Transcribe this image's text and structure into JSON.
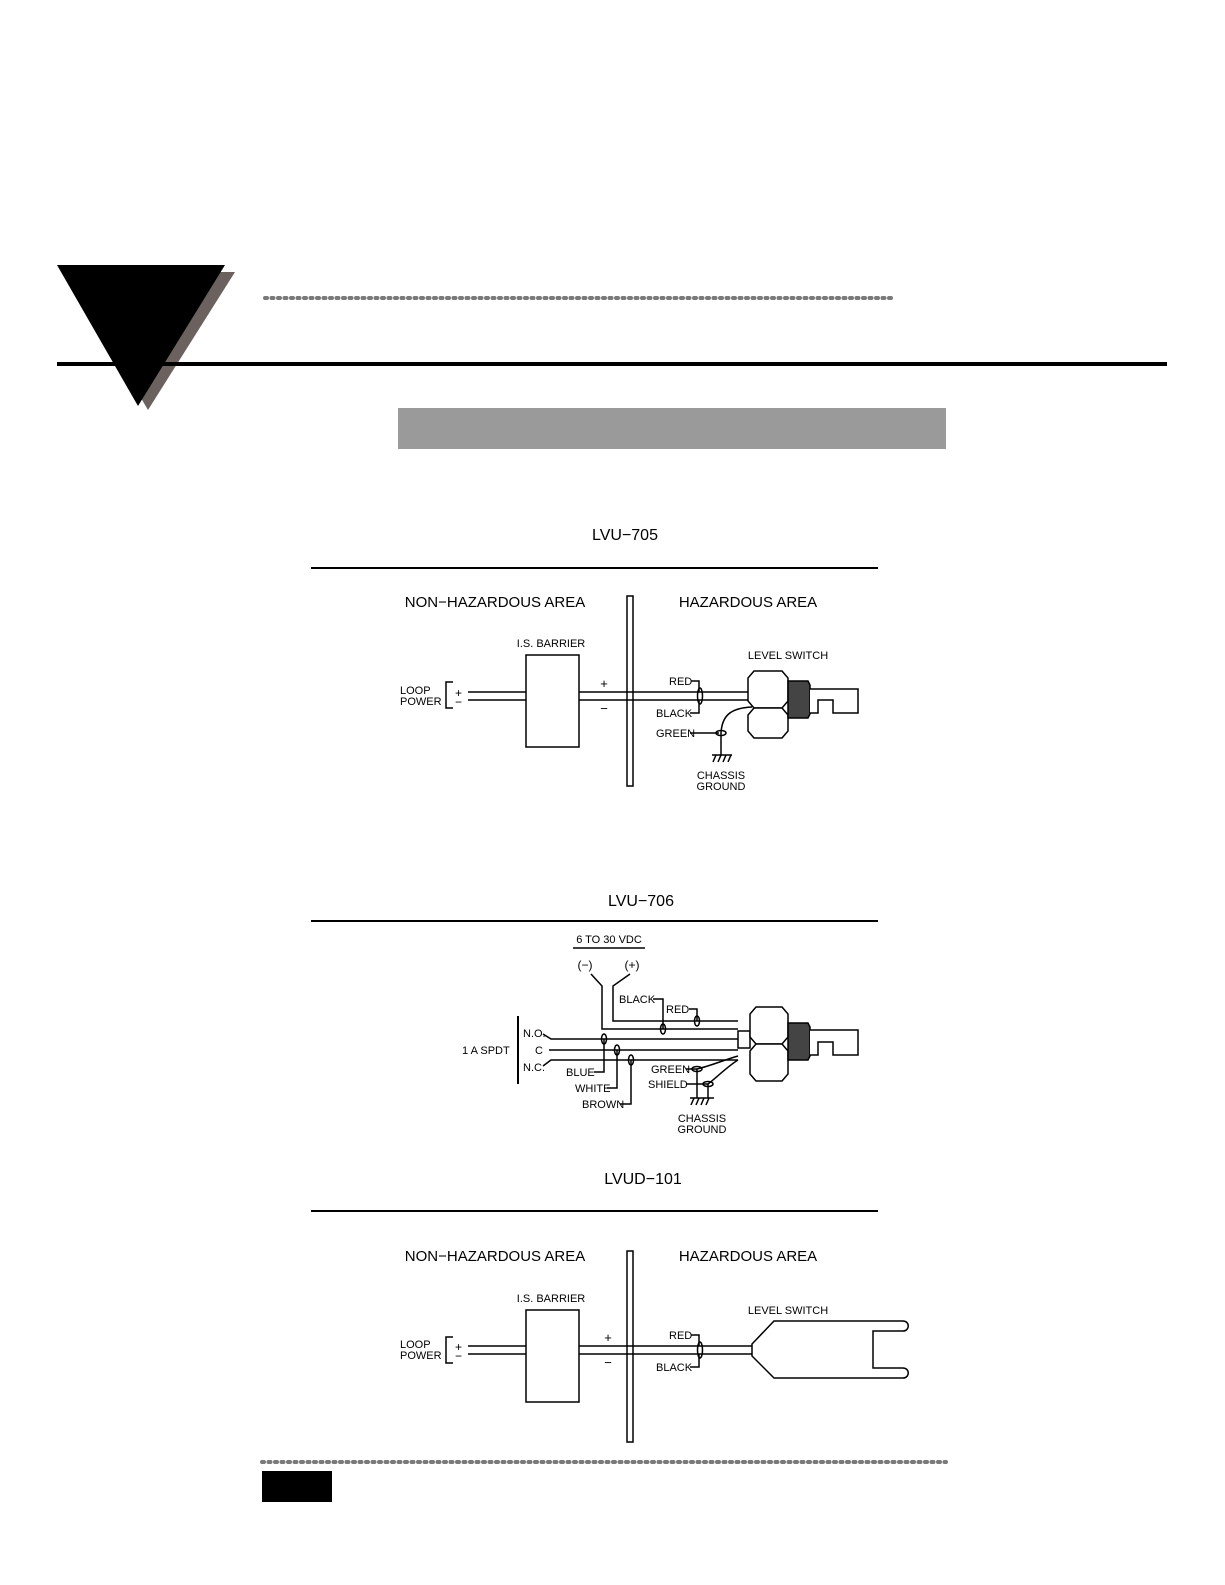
{
  "diagrams": [
    {
      "title": "LVU−705",
      "areas": {
        "left": "NON−HAZARDOUS  AREA",
        "right": "HAZARDOUS  AREA"
      },
      "barrier_label": "I.S.  BARRIER",
      "loop_power": [
        "LOOP",
        "POWER"
      ],
      "polarity": {
        "plus": "+",
        "minus": "−"
      },
      "device_label": "LEVEL  SWITCH",
      "wires": [
        "RED",
        "BLACK",
        "GREEN"
      ],
      "ground_label": [
        "CHASSIS",
        "GROUND"
      ]
    },
    {
      "title": "LVU−706",
      "supply_label": "6  TO  30  VDC",
      "supply_terminals": [
        "(−)",
        "(+)"
      ],
      "relay_label": "1  A  SPDT",
      "relay_contacts": [
        "N.O.",
        "C",
        "N.C."
      ],
      "wires": [
        "BLACK",
        "RED",
        "BLUE",
        "WHITE",
        "BROWN",
        "GREEN",
        "SHIELD"
      ],
      "ground_label": [
        "CHASSIS",
        "GROUND"
      ]
    },
    {
      "title": "LVUD−101",
      "areas": {
        "left": "NON−HAZARDOUS  AREA",
        "right": "HAZARDOUS  AREA"
      },
      "barrier_label": "I.S.  BARRIER",
      "loop_power": [
        "LOOP",
        "POWER"
      ],
      "polarity": {
        "plus": "+",
        "minus": "−"
      },
      "device_label": "LEVEL  SWITCH",
      "wires": [
        "RED",
        "BLACK"
      ]
    }
  ]
}
